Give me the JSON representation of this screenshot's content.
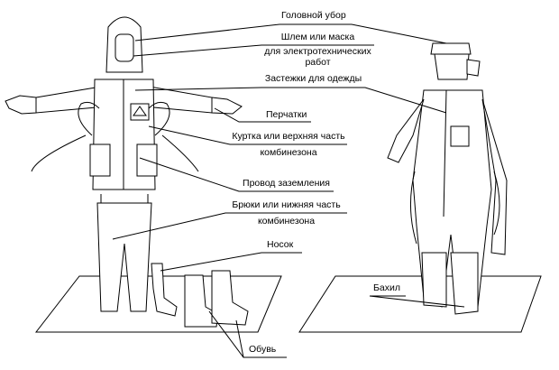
{
  "labels": {
    "headwear": "Головной убор",
    "helmet_line1": "Шлем или маска",
    "helmet_line2": "для электротехнических",
    "helmet_line3": "работ",
    "fasteners": "Застежки для одежды",
    "gloves": "Перчатки",
    "jacket_line1": "Куртка или верхняя часть",
    "jacket_line2": "комбинезона",
    "ground_wire": "Провод заземления",
    "trousers_line1": "Брюки или нижняя часть",
    "trousers_line2": "комбинезона",
    "sock": "Носок",
    "overshoe": "Бахил",
    "footwear": "Обувь"
  }
}
